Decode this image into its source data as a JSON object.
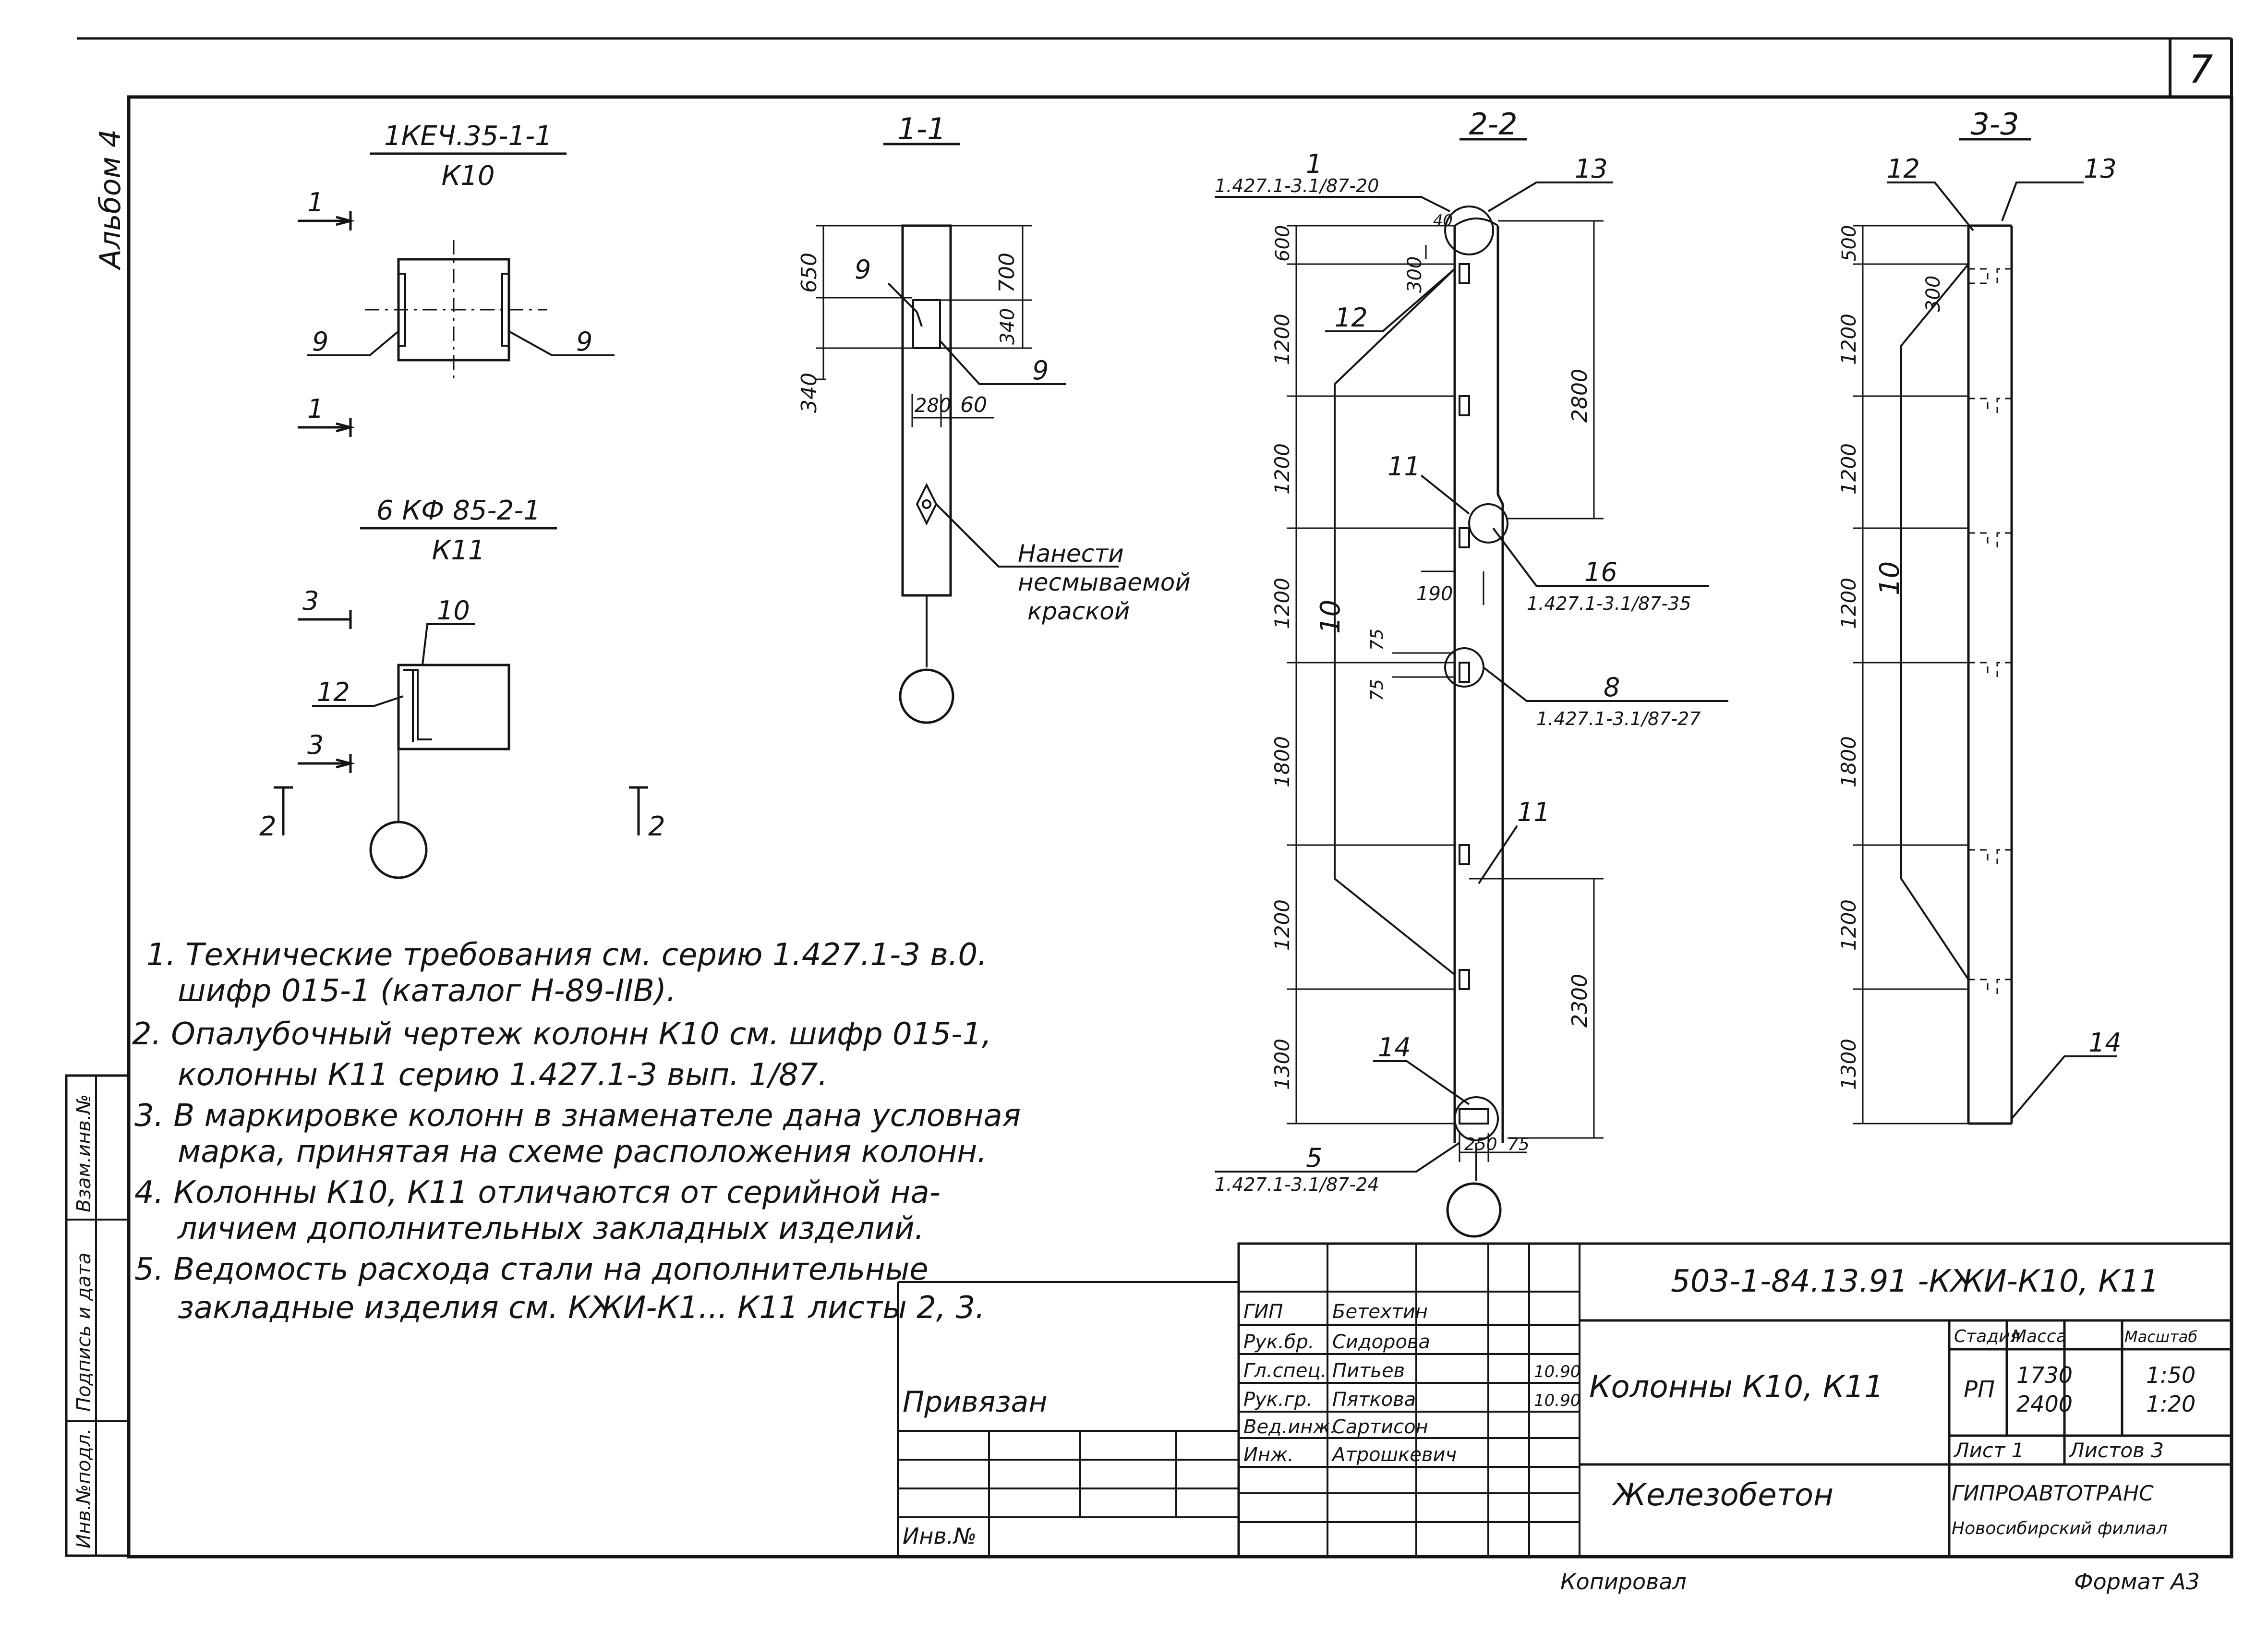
{
  "sheet_number": "7",
  "album_label": "Альбом 4",
  "left_stamp": {
    "inv_podl": "Инв.№подл.",
    "podpis_data": "Подпись и дата",
    "vzam_inv": "Взам.инв.№"
  },
  "views": {
    "k10": {
      "mark": "1КЕЧ.35-1-1",
      "sub": "К10",
      "part_left": "9",
      "part_right": "9",
      "cut_top": "1",
      "cut_bottom": "1"
    },
    "k11": {
      "mark": "6 КФ 85-2-1",
      "sub": "К11",
      "part_10": "10",
      "part_12": "12",
      "cut_top": "3",
      "cut_bottom": "3",
      "sec_left": "2",
      "sec_right": "2"
    }
  },
  "section_1_1": {
    "title": "1-1",
    "dims": {
      "d650": "650",
      "d340": "340",
      "d700": "700",
      "d340b": "340",
      "d280": "280",
      "d60": "60"
    },
    "part_9a": "9",
    "part_9b": "9",
    "note_line1": "Нанести",
    "note_line2": "несмываемой",
    "note_line3": "краской"
  },
  "section_2_2": {
    "title": "2-2",
    "ref_1_num": "1",
    "ref_1_code": "1.427.1-3.1/87-20",
    "part_13": "13",
    "part_12": "12",
    "part_10": "10",
    "part_11a": "11",
    "part_11b": "11",
    "part_16": "16",
    "ref_16_code": "1.427.1-3.1/87-35",
    "part_8": "8",
    "ref_8_code": "1.427.1-3.1/87-27",
    "part_14": "14",
    "ref_5_num": "5",
    "ref_5_code": "1.427.1-3.1/87-24",
    "dims": {
      "v600": "600",
      "v1200a": "1200",
      "v1200b": "1200",
      "v1200c": "1200",
      "v1800": "1800",
      "v1200d": "1200",
      "v1300": "1300",
      "d40": "40",
      "d300": "300",
      "d2800": "2800",
      "d190": "190",
      "d75a": "75",
      "d75b": "75",
      "d2300": "2300",
      "d250": "250",
      "d75c": "75"
    }
  },
  "section_3_3": {
    "title": "3-3",
    "part_12": "12",
    "part_13": "13",
    "part_10": "10",
    "part_14": "14",
    "dims": {
      "v500": "500",
      "d300": "300",
      "v1200a": "1200",
      "v1200b": "1200",
      "v1200c": "1200",
      "v1800": "1800",
      "v1200d": "1200",
      "v1300": "1300"
    }
  },
  "notes": [
    "1. Технические требования см. серию 1.427.1-3 в.0.",
    "шифр 015-1 (каталог Н-89-IIВ).",
    "2. Опалубочный чертеж колонн К10 см. шифр 015-1,",
    "колонны К11 серию 1.427.1-3 вып. 1/87.",
    "3. В маркировке колонн в знаменателе дана условная",
    "марка, принятая на схеме расположения колонн.",
    "4. Колонны К10, К11 отличаются от серийной на-",
    "личием дополнительных закладных изделий.",
    "5. Ведомость расхода стали на дополнительные",
    "закладные изделия см. КЖИ-К1... К11 листы 2, 3."
  ],
  "privyazan": {
    "label": "Привязан",
    "inv_label": "Инв.№"
  },
  "title_block": {
    "code": "503-1-84.13.91 -КЖИ-К10, К11",
    "title": "Колонны К10, К11",
    "material": "Железобетон",
    "people": [
      {
        "role": "ГИП",
        "name": "Бетехтин",
        "date": ""
      },
      {
        "role": "Рук.бр.",
        "name": "Сидорова",
        "date": ""
      },
      {
        "role": "Гл.спец.",
        "name": "Питьев",
        "date": "10.90"
      },
      {
        "role": "Рук.гр.",
        "name": "Пяткова",
        "date": "10.90"
      },
      {
        "role": "Вед.инж.",
        "name": "Сартисон",
        "date": ""
      },
      {
        "role": "Инж.",
        "name": "Атрошкевич",
        "date": ""
      }
    ],
    "stage_header": "Стадия",
    "mass_header": "Масса",
    "scale_header": "Масштаб",
    "stage": "РП",
    "mass_1": "1730",
    "mass_2": "2400",
    "scale_1": "1:50",
    "scale_2": "1:20",
    "sheet": "Лист 1",
    "sheets": "Листов 3",
    "org_1": "ГИПРОАВТОТРАНС",
    "org_2": "Новосибирский филиал"
  },
  "copied_by": "Копировал",
  "format": "Формат А3"
}
